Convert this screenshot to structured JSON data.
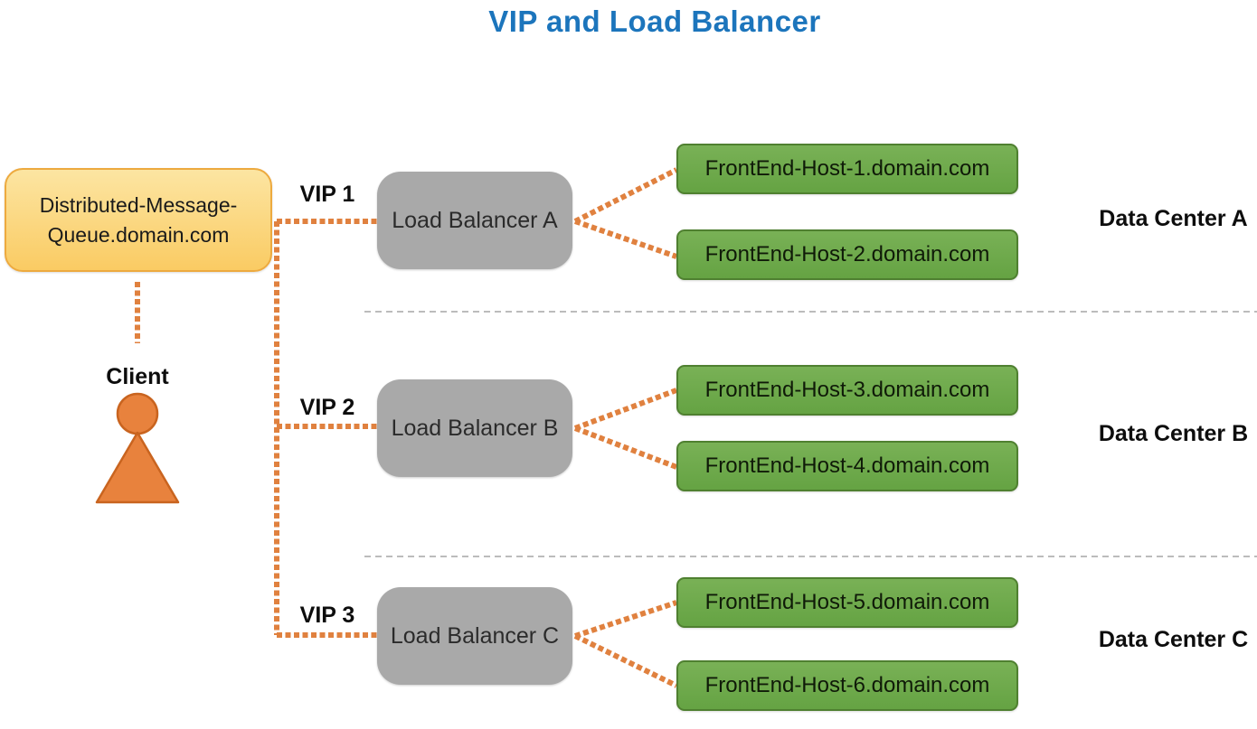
{
  "title": "VIP and Load Balancer",
  "queue_box": {
    "label": "Distributed-Message-\nQueue.domain.com"
  },
  "client": {
    "label": "Client",
    "icon": "person-icon"
  },
  "clusters": [
    {
      "vip_label": "VIP 1",
      "load_balancer": "Load Balancer A",
      "hosts": [
        "FrontEnd-Host-1.domain.com",
        "FrontEnd-Host-2.domain.com"
      ],
      "data_center": "Data Center A"
    },
    {
      "vip_label": "VIP 2",
      "load_balancer": "Load Balancer B",
      "hosts": [
        "FrontEnd-Host-3.domain.com",
        "FrontEnd-Host-4.domain.com"
      ],
      "data_center": "Data Center B"
    },
    {
      "vip_label": "VIP 3",
      "load_balancer": "Load Balancer C",
      "hosts": [
        "FrontEnd-Host-5.domain.com",
        "FrontEnd-Host-6.domain.com"
      ],
      "data_center": "Data Center C"
    }
  ],
  "colors": {
    "title_blue": "#1C75BC",
    "accent_orange": "#E0813F",
    "queue_yellow_light": "#FCE5A2",
    "queue_yellow": "#FACB63",
    "queue_border": "#EDAA3F",
    "lb_gray": "#A9A9A9",
    "host_green_light": "#79B156",
    "host_green": "#65A343",
    "host_green_border": "#4F8030",
    "person_orange": "#E8823D",
    "person_border": "#C9641F",
    "divider_gray": "#A6A6A6"
  }
}
